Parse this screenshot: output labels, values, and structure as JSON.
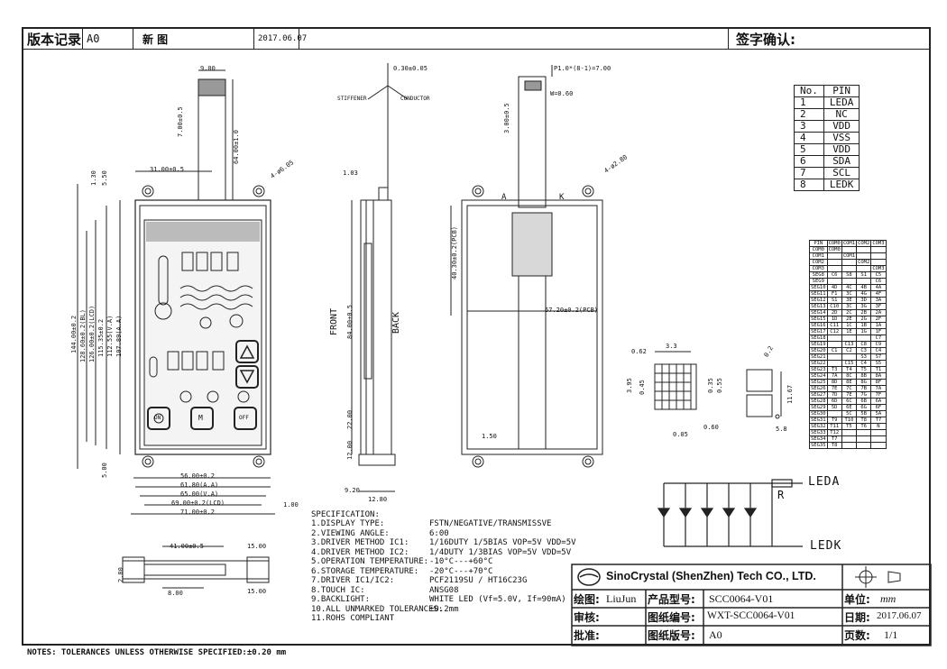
{
  "header": {
    "version_label": "版本记录",
    "version_code": "A0",
    "version_desc": "新 图",
    "version_date": "2017.06.07",
    "sign_label": "签字确认:"
  },
  "pin_table": {
    "headers": [
      "No.",
      "PIN"
    ],
    "rows": [
      [
        "1",
        "LEDA"
      ],
      [
        "2",
        "NC"
      ],
      [
        "3",
        "VDD"
      ],
      [
        "4",
        "VSS"
      ],
      [
        "5",
        "VDD"
      ],
      [
        "6",
        "SDA"
      ],
      [
        "7",
        "SCL"
      ],
      [
        "8",
        "LEDK"
      ]
    ]
  },
  "com_table": {
    "headers": [
      "PIN",
      "COM0",
      "COM1",
      "COM2",
      "COM3"
    ],
    "rows": [
      [
        "COM0",
        "COM0",
        "",
        "",
        ""
      ],
      [
        "COM1",
        "",
        "COM1",
        "",
        ""
      ],
      [
        "COM2",
        "",
        "",
        "COM2",
        ""
      ],
      [
        "COM3",
        "",
        "",
        "",
        "COM3"
      ],
      [
        "SEG8",
        "C6",
        "S8",
        "S1",
        "C5"
      ],
      [
        "SEG9",
        "",
        "",
        "",
        "C6"
      ],
      [
        "SEG10",
        "4D",
        "4C",
        "4B",
        "4A"
      ],
      [
        "SEG11",
        "F1",
        "3C",
        "4G",
        "4F"
      ],
      [
        "SEG12",
        "S1",
        "3E",
        "3D",
        "3A"
      ],
      [
        "SEG13",
        "C10",
        "3C",
        "3G",
        "3F"
      ],
      [
        "SEG14",
        "2D",
        "2C",
        "2B",
        "2A"
      ],
      [
        "SEG15",
        "1D",
        "2E",
        "2G",
        "2F"
      ],
      [
        "SEG16",
        "C11",
        "1C",
        "1B",
        "1A"
      ],
      [
        "SEG17",
        "C12",
        "1E",
        "1G",
        "1F"
      ],
      [
        "SEG18",
        "",
        "",
        "",
        "C7"
      ],
      [
        "SEG19",
        "",
        "C13",
        "C8",
        "C9"
      ],
      [
        "SEG20",
        "C1",
        "C2",
        "C3",
        "C4"
      ],
      [
        "SEG21",
        "",
        "",
        "S3",
        "S7"
      ],
      [
        "SEG22",
        "",
        "C15",
        "C4",
        "S5"
      ],
      [
        "SEG23",
        "T3",
        "T4",
        "T5",
        "T1"
      ],
      [
        "SEG24",
        "7A",
        "8C",
        "8B",
        "8A"
      ],
      [
        "SEG25",
        "8D",
        "8E",
        "8G",
        "8F"
      ],
      [
        "SEG26",
        "7E",
        "7C",
        "7B",
        "7A"
      ],
      [
        "SEG27",
        "7D",
        "7E",
        "7G",
        "7F"
      ],
      [
        "SEG28",
        "6D",
        "6C",
        "6B",
        "6A"
      ],
      [
        "SEG29",
        "5D",
        "6E",
        "6G",
        "6F"
      ],
      [
        "SEG30",
        "",
        "5C",
        "5B",
        "5A"
      ],
      [
        "SEG31",
        "T9",
        "T10",
        "T8",
        "T7"
      ],
      [
        "SEG32",
        "T11",
        "T5",
        "T6",
        "N"
      ],
      [
        "SEG33",
        "T12",
        "",
        "",
        ""
      ],
      [
        "SEG34",
        "T7",
        "",
        "",
        ""
      ],
      [
        "SEG35",
        "T8",
        "",
        "",
        ""
      ]
    ]
  },
  "spec": {
    "title": "SPECIFICATION:",
    "items": [
      {
        "label": "1.DISPLAY TYPE:",
        "value": "FSTN/NEGATIVE/TRANSMISSVE"
      },
      {
        "label": "2.VIEWING ANGLE:",
        "value": "6:00"
      },
      {
        "label": "3.DRIVER METHOD IC1:",
        "value": "1/16DUTY 1/5BIAS VOP=5V VDD=5V"
      },
      {
        "label": "4.DRIVER METHOD IC2:",
        "value": "1/4DUTY 1/3BIAS VOP=5V VDD=5V"
      },
      {
        "label": "5.OPERATION TEMPERATURE:",
        "value": "-10°C---+60°C"
      },
      {
        "label": "6.STORAGE TEMPERATURE:",
        "value": "-20°C---+70°C"
      },
      {
        "label": "7.DRIVER IC1/IC2:",
        "value": "PCF2119SU / HT16C23G"
      },
      {
        "label": "8.TOUCH IC:",
        "value": "ANSG08"
      },
      {
        "label": "9.BACKLIGHT:",
        "value": "WHITE LED (Vf=5.0V, If=90mA)"
      },
      {
        "label": "10.ALL UNMARKED TOLERANCES:",
        "value": "±0.2mm"
      },
      {
        "label": "11.ROHS COMPLIANT",
        "value": ""
      }
    ]
  },
  "title_block": {
    "company": "SinoCrystal (ShenZhen) Tech CO., LTD.",
    "drawn_label": "绘图:",
    "drawn_value": "LiuJun",
    "model_label": "产品型号:",
    "model_value": "SCC0064-V01",
    "unit_label": "单位:",
    "unit_value": "mm",
    "review_label": "审核:",
    "drawing_no_label": "图纸编号:",
    "drawing_no_value": "WXT-SCC0064-V01",
    "date_label": "日期:",
    "date_value": "2017.06.07",
    "approve_label": "批准:",
    "drawing_ver_label": "图纸版号:",
    "drawing_ver_value": "A0",
    "page_label": "页数:",
    "page_value": "1/1"
  },
  "notes": "NOTES: TOLERANCES UNLESS OTHERWISE SPECIFIED:±0.20 mm",
  "circuit": {
    "top_label": "LEDA",
    "resistor_label": "R",
    "bottom_label": "LEDK"
  },
  "front_view": {
    "dims_top": [
      "9.00",
      "7.00±0.5",
      "64.00±1.0",
      "31.00±0.5",
      "4-ø6.05"
    ],
    "dims_left": [
      "1.30",
      "5.50",
      "144.00±0.2",
      "128.60±0.2(BL)",
      "126.00±0.2(LCD)",
      "115.35±0.2",
      "112.55(V.A)",
      "107.89(A.A)",
      "5.00"
    ],
    "dims_bottom": [
      "56.00±0.2",
      "61.80(A.A)",
      "65.00(V.A)",
      "69.00±0.2(LCD)",
      "71.00±0.2",
      "1.00"
    ],
    "keys": [
      "ON",
      "OFF",
      "M"
    ]
  },
  "side_view": {
    "dims": [
      "0.30±0.05",
      "STIFFENER",
      "CONDUCTOR",
      "1.03",
      "84.00±0.5",
      "22.00",
      "12.00",
      "9.20",
      "12.80"
    ],
    "labels": [
      "FRONT",
      "BACK"
    ]
  },
  "back_view": {
    "dims": [
      "P1.0*(8-1)=7.00",
      "W=0.60",
      "3.00±0.5",
      "4-ø2.80",
      "40.30±0.2(PCB)",
      "67.20±0.2(PCB)",
      "1.50"
    ],
    "labels": [
      "A",
      "K"
    ]
  },
  "detail_a": {
    "dims": [
      "3.3",
      "0.62",
      "3.95",
      "0.45",
      "0.35",
      "0.55",
      "0.05",
      "0.60"
    ]
  },
  "detail_b": {
    "dims": [
      "0.2",
      "11.67",
      "5.8"
    ]
  },
  "bottom_view": {
    "dims": [
      "41.00±0.5",
      "15.00",
      "2.80",
      "8.00",
      "15.00"
    ]
  }
}
